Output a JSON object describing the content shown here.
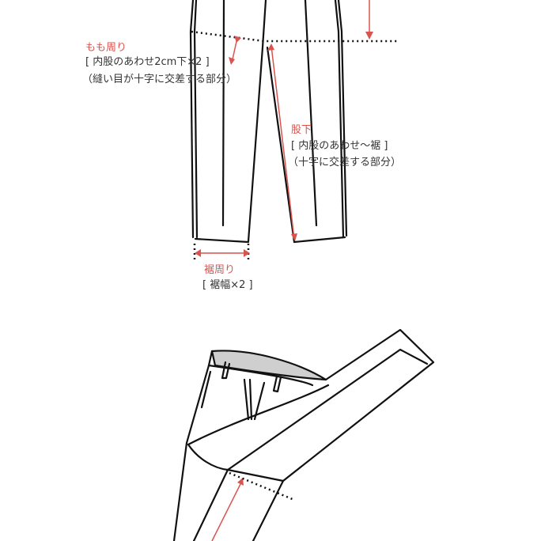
{
  "colors": {
    "annotation": "#d9534f",
    "outline": "#111111",
    "text": "#333333"
  },
  "top_diagram": {
    "thigh": {
      "title": "もも周り",
      "detail": "[ 内股のあわせ2cm下×2 ]",
      "note": "（縫い目が十字に交差する部分）"
    },
    "inseam": {
      "title": "股下",
      "detail": "[ 内股のあわせ〜裾 ]",
      "note": "（十字に交差する部分）"
    },
    "hem": {
      "title": "裾周り",
      "detail": "[ 裾幅×2 ]"
    }
  },
  "bottom_diagram": {
    "description": "folded trousers illustration with measurement arrow"
  }
}
